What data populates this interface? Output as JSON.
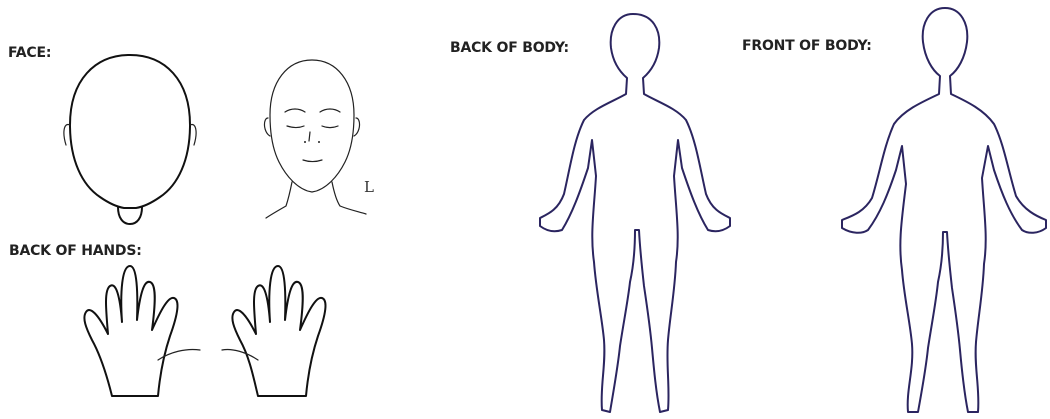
{
  "labels": {
    "face": "FACE:",
    "back_of_hands": "BACK OF HANDS:",
    "back_of_body": "BACK OF BODY:",
    "front_of_body": "FRONT OF BODY:"
  },
  "face_front_side_mark": "L"
}
